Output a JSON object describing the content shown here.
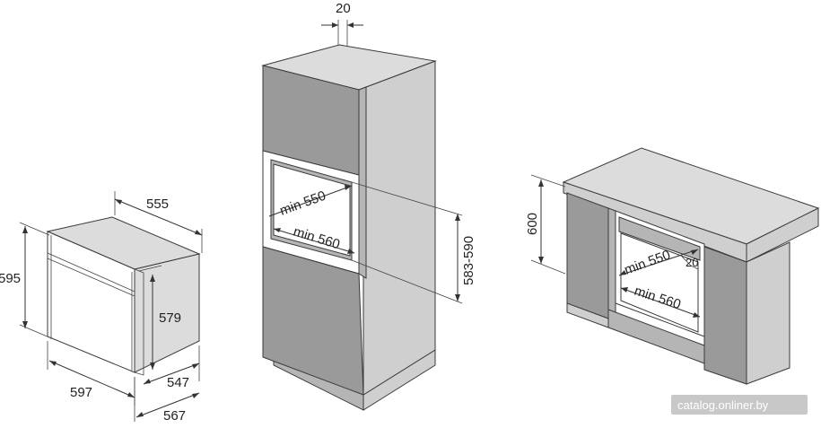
{
  "oven": {
    "width_label": "597",
    "height_label": "595",
    "depth_top_label": "555",
    "inner_height_label": "579",
    "depth_547_label": "547",
    "depth_567_label": "567"
  },
  "tall_cabinet": {
    "top_gap_label": "20",
    "min_depth_label": "min 550",
    "min_width_label": "min 560",
    "opening_height_label": "583-590"
  },
  "under_counter": {
    "height_label": "600",
    "min_depth_label": "min 550",
    "gap_label": "20",
    "min_width_label": "min 560"
  },
  "watermark": "catalog.onliner.by",
  "colors": {
    "cabinet_front": "#9a9a9a",
    "cabinet_side": "#b5b5b5",
    "cabinet_top": "#cfcfcf",
    "line": "#333333"
  }
}
